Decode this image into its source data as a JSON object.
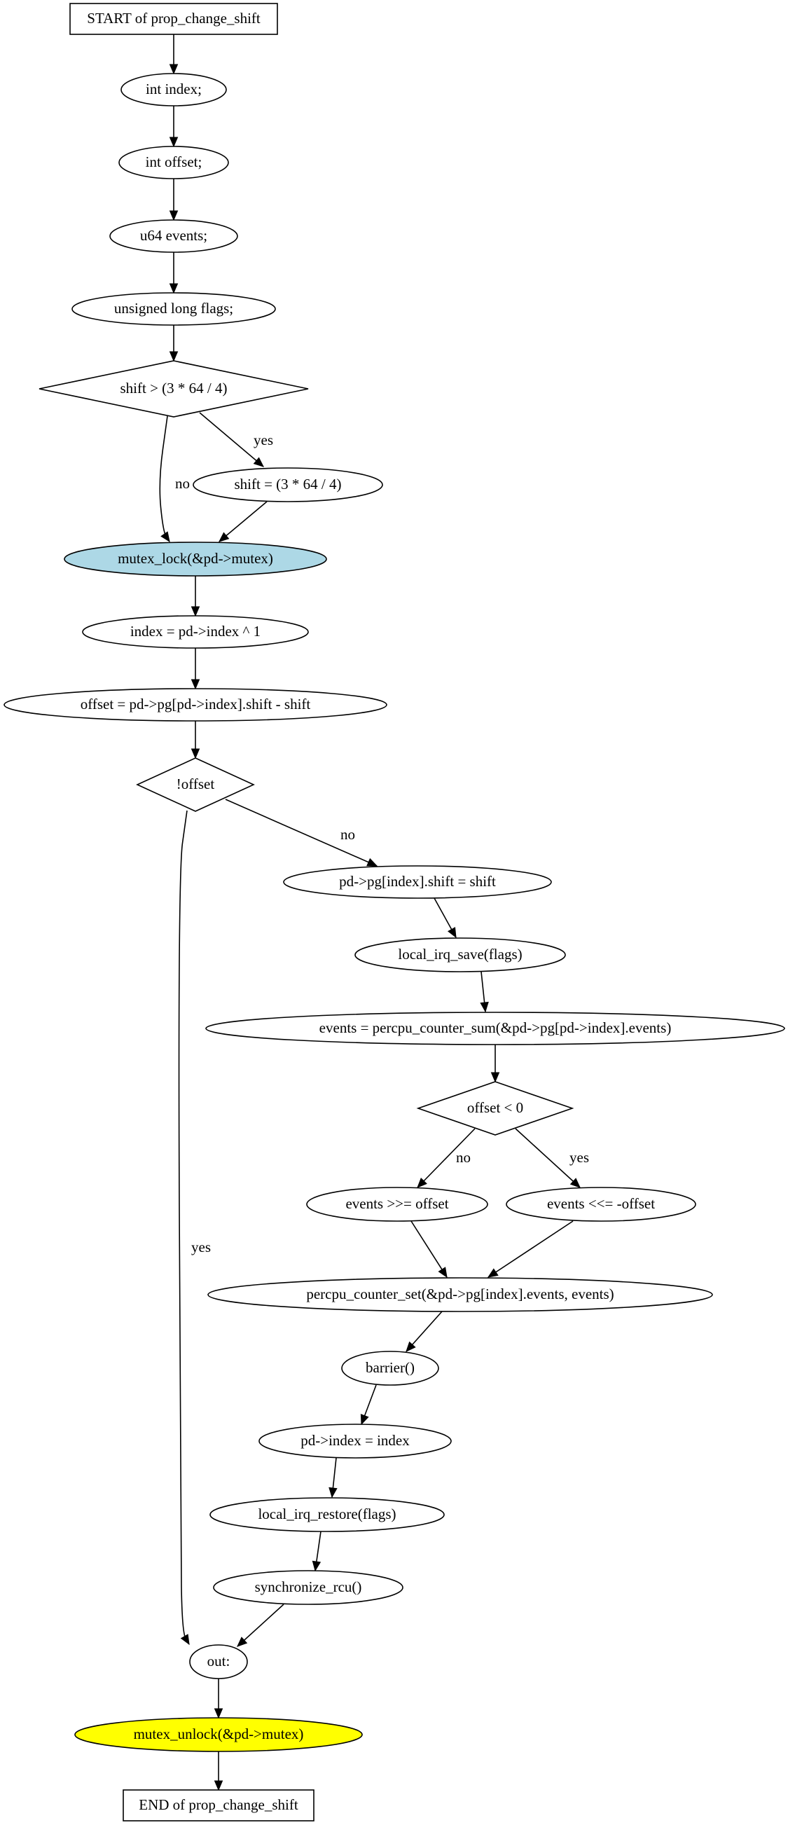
{
  "colors": {
    "default_fill": "#ffffff",
    "lock_fill": "#add8e6",
    "unlock_fill": "#ffff00",
    "stroke": "#000000"
  },
  "nodes": [
    {
      "id": "start",
      "shape": "box",
      "label": "START of prop_change_shift"
    },
    {
      "id": "n_index",
      "shape": "ellipse",
      "label": "int index;"
    },
    {
      "id": "n_offset",
      "shape": "ellipse",
      "label": "int offset;"
    },
    {
      "id": "n_events",
      "shape": "ellipse",
      "label": "u64 events;"
    },
    {
      "id": "n_flags",
      "shape": "ellipse",
      "label": "unsigned long flags;"
    },
    {
      "id": "d_shift",
      "shape": "diamond",
      "label": "shift > (3 * 64 / 4)"
    },
    {
      "id": "n_shift_assign",
      "shape": "ellipse",
      "label": "shift = (3 * 64 / 4)"
    },
    {
      "id": "n_lock",
      "shape": "ellipse",
      "label": "mutex_lock(&pd->mutex)",
      "fill": "lock_fill"
    },
    {
      "id": "n_index_assign",
      "shape": "ellipse",
      "label": "index = pd->index ^ 1"
    },
    {
      "id": "n_offset_assign",
      "shape": "ellipse",
      "label": "offset = pd->pg[pd->index].shift - shift"
    },
    {
      "id": "d_offset",
      "shape": "diamond",
      "label": "!offset"
    },
    {
      "id": "n_pg_shift",
      "shape": "ellipse",
      "label": "pd->pg[index].shift = shift"
    },
    {
      "id": "n_irq_save",
      "shape": "ellipse",
      "label": "local_irq_save(flags)"
    },
    {
      "id": "n_events_sum",
      "shape": "ellipse",
      "label": "events = percpu_counter_sum(&pd->pg[pd->index].events)"
    },
    {
      "id": "d_offset_neg",
      "shape": "diamond",
      "label": "offset < 0"
    },
    {
      "id": "n_events_shr",
      "shape": "ellipse",
      "label": "events >>= offset"
    },
    {
      "id": "n_events_shl",
      "shape": "ellipse",
      "label": "events <<= -offset"
    },
    {
      "id": "n_counter_set",
      "shape": "ellipse",
      "label": "percpu_counter_set(&pd->pg[index].events, events)"
    },
    {
      "id": "n_barrier",
      "shape": "ellipse",
      "label": "barrier()"
    },
    {
      "id": "n_pd_index",
      "shape": "ellipse",
      "label": "pd->index = index"
    },
    {
      "id": "n_irq_restore",
      "shape": "ellipse",
      "label": "local_irq_restore(flags)"
    },
    {
      "id": "n_sync",
      "shape": "ellipse",
      "label": "synchronize_rcu()"
    },
    {
      "id": "n_out",
      "shape": "ellipse",
      "label": "out:"
    },
    {
      "id": "n_unlock",
      "shape": "ellipse",
      "label": "mutex_unlock(&pd->mutex)",
      "fill": "unlock_fill"
    },
    {
      "id": "end",
      "shape": "box",
      "label": "END of prop_change_shift"
    }
  ],
  "edges": [
    {
      "from": "start",
      "to": "n_index",
      "label": ""
    },
    {
      "from": "n_index",
      "to": "n_offset",
      "label": ""
    },
    {
      "from": "n_offset",
      "to": "n_events",
      "label": ""
    },
    {
      "from": "n_events",
      "to": "n_flags",
      "label": ""
    },
    {
      "from": "n_flags",
      "to": "d_shift",
      "label": ""
    },
    {
      "from": "d_shift",
      "to": "n_shift_assign",
      "label": "yes"
    },
    {
      "from": "d_shift",
      "to": "n_lock",
      "label": "no"
    },
    {
      "from": "n_shift_assign",
      "to": "n_lock",
      "label": ""
    },
    {
      "from": "n_lock",
      "to": "n_index_assign",
      "label": ""
    },
    {
      "from": "n_index_assign",
      "to": "n_offset_assign",
      "label": ""
    },
    {
      "from": "n_offset_assign",
      "to": "d_offset",
      "label": ""
    },
    {
      "from": "d_offset",
      "to": "n_pg_shift",
      "label": "no"
    },
    {
      "from": "d_offset",
      "to": "n_out",
      "label": "yes"
    },
    {
      "from": "n_pg_shift",
      "to": "n_irq_save",
      "label": ""
    },
    {
      "from": "n_irq_save",
      "to": "n_events_sum",
      "label": ""
    },
    {
      "from": "n_events_sum",
      "to": "d_offset_neg",
      "label": ""
    },
    {
      "from": "d_offset_neg",
      "to": "n_events_shr",
      "label": "no"
    },
    {
      "from": "d_offset_neg",
      "to": "n_events_shl",
      "label": "yes"
    },
    {
      "from": "n_events_shr",
      "to": "n_counter_set",
      "label": ""
    },
    {
      "from": "n_events_shl",
      "to": "n_counter_set",
      "label": ""
    },
    {
      "from": "n_counter_set",
      "to": "n_barrier",
      "label": ""
    },
    {
      "from": "n_barrier",
      "to": "n_pd_index",
      "label": ""
    },
    {
      "from": "n_pd_index",
      "to": "n_irq_restore",
      "label": ""
    },
    {
      "from": "n_irq_restore",
      "to": "n_sync",
      "label": ""
    },
    {
      "from": "n_sync",
      "to": "n_out",
      "label": ""
    },
    {
      "from": "n_out",
      "to": "n_unlock",
      "label": ""
    },
    {
      "from": "n_unlock",
      "to": "end",
      "label": ""
    }
  ]
}
